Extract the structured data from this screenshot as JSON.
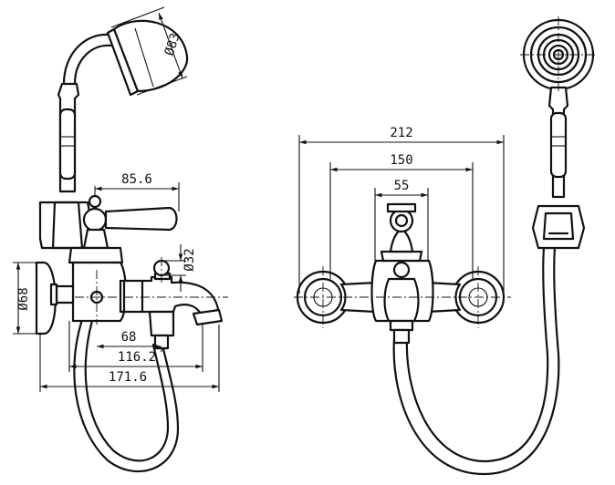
{
  "side_view": {
    "dimensions": {
      "hand_shower_head_diameter": "Ø83",
      "handle_reach": "85.6",
      "diverter_knob_diameter": "Ø32",
      "wall_flange_diameter": "Ø68",
      "spout_reach_68": "68",
      "spout_reach_116": "116.2",
      "overall_depth": "171.6"
    }
  },
  "front_view": {
    "dimensions": {
      "overall_width": "212",
      "centers": "150",
      "body_width": "55"
    }
  }
}
